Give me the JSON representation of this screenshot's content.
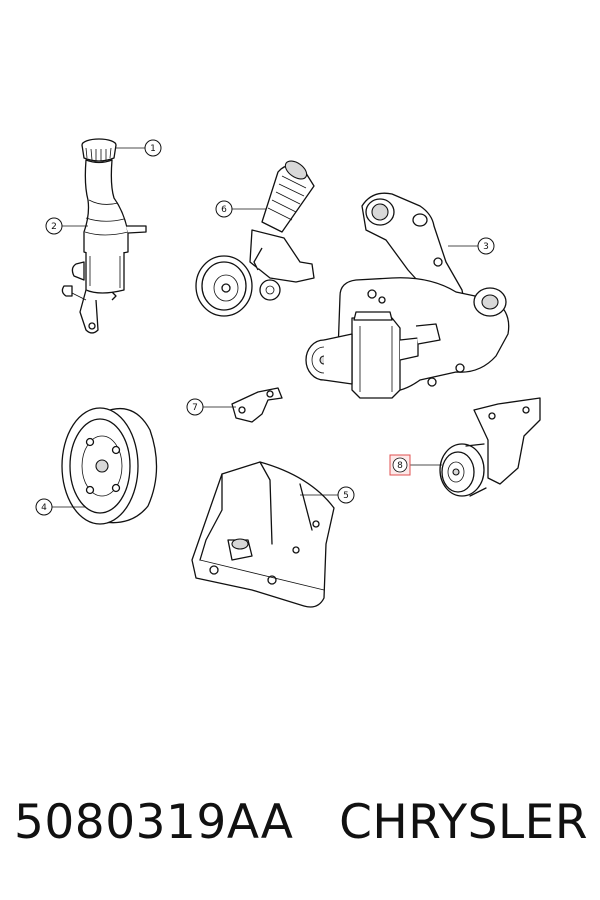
{
  "diagram": {
    "callouts": [
      {
        "id": "c1",
        "label": "1",
        "part": "reservoir-cap"
      },
      {
        "id": "c2",
        "label": "2",
        "part": "power-steering-reservoir"
      },
      {
        "id": "c3",
        "label": "3",
        "part": "pump-bracket"
      },
      {
        "id": "c4",
        "label": "4",
        "part": "pulley"
      },
      {
        "id": "c5",
        "label": "5",
        "part": "support-bracket"
      },
      {
        "id": "c6",
        "label": "6",
        "part": "belt-tensioner"
      },
      {
        "id": "c7",
        "label": "7",
        "part": "small-bracket"
      },
      {
        "id": "c8",
        "label": "8",
        "part": "idler-pulley",
        "highlighted": true
      }
    ],
    "highlight_color": "#e05050"
  },
  "footer": {
    "part_number": "5080319AA",
    "manufacturer": "CHRYSLER"
  }
}
